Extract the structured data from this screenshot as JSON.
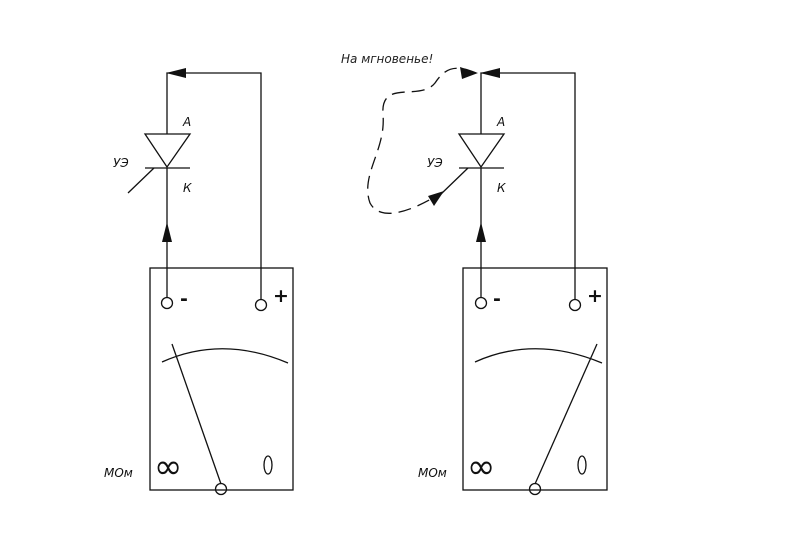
{
  "diagram": {
    "note": "На мгновенье!",
    "circuits": [
      {
        "id": "left",
        "anode_label": "А",
        "cathode_label": "К",
        "gate_label": "УЭ",
        "minus_sign": "-",
        "plus_sign": "+",
        "infinity_symbol": "∞",
        "zero_symbol": "0",
        "unit_label": "МОм"
      },
      {
        "id": "right",
        "anode_label": "А",
        "cathode_label": "К",
        "gate_label": "УЭ",
        "minus_sign": "-",
        "plus_sign": "+",
        "infinity_symbol": "∞",
        "zero_symbol": "0",
        "unit_label": "МОм"
      }
    ]
  }
}
